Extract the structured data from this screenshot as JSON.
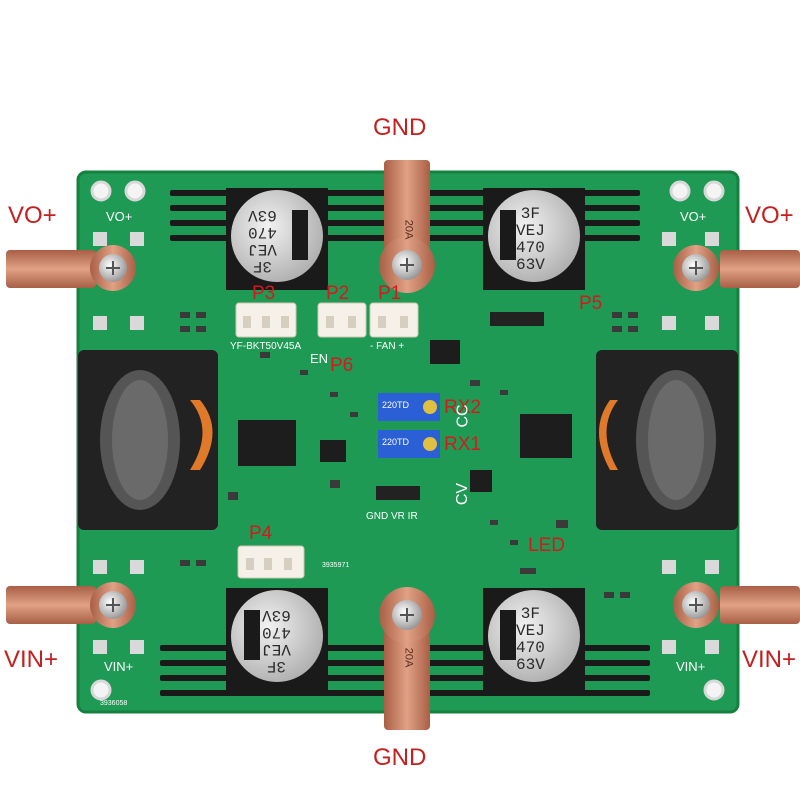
{
  "terminals": {
    "gnd_top": "GND",
    "gnd_bottom": "GND",
    "vo_left": "VO+",
    "vo_right": "VO+",
    "vin_left": "VIN+",
    "vin_right": "VIN+"
  },
  "connectors": {
    "p1": "P1",
    "p2": "P2",
    "p3": "P3",
    "p4": "P4",
    "p5": "P5",
    "p6": "P6",
    "rx1": "RX1",
    "rx2": "RX2",
    "led": "LED"
  },
  "silkscreen": {
    "vo_left": "VO+",
    "vo_right": "VO+",
    "vin_left": "VIN+",
    "vin_right": "VIN+",
    "model": "YF-BKT50V45A",
    "fan": "-  FAN  +",
    "en": "EN",
    "cv": "CV",
    "cc": "CC",
    "gnd_vr_ir": "GND  VR  IR",
    "date_code": "3935971",
    "corner_code": "3936058"
  },
  "capacitor_markings": {
    "top_left": "3F\nVEJ\n470\n63V",
    "top_right": "3F\nVEJ\n470\n63V",
    "bottom_left": "3F\nVEJ\n470\n63V",
    "bottom_right": "3F\nVEJ\n470\n63V"
  },
  "lug_marking": "20A",
  "trimmer_marking": "220TD",
  "colors": {
    "pcb": "#1e9a55",
    "copper": "#c97e63",
    "label_red": "#c4201f"
  }
}
